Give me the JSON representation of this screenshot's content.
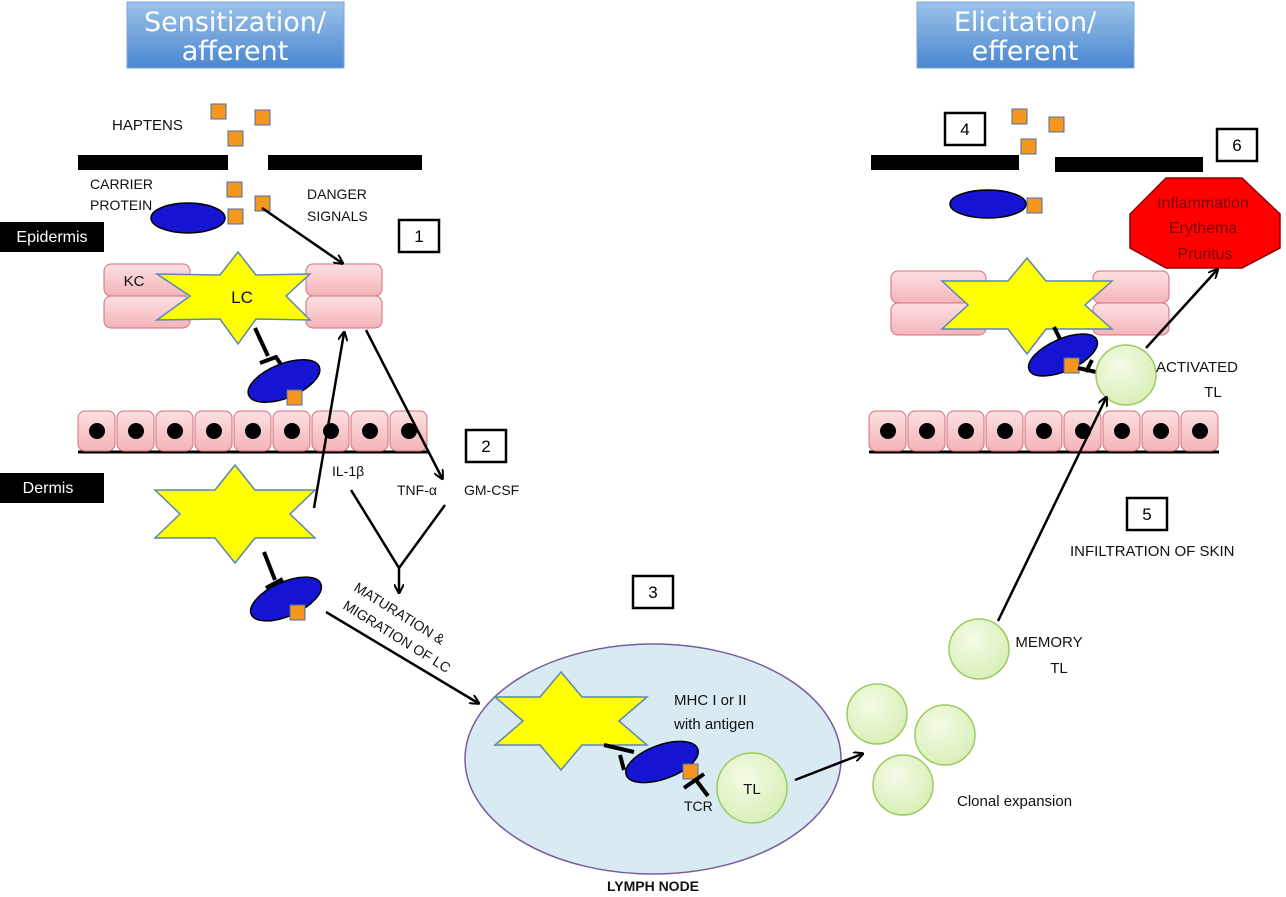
{
  "phases": {
    "sensitization": [
      "Sensitization/",
      "afferent"
    ],
    "elicitation": [
      "Elicitation/",
      "efferent"
    ]
  },
  "labels": {
    "haptens": "HAPTENS",
    "carrier_protein": [
      "CARRIER",
      "PROTEIN"
    ],
    "danger_signals": [
      "DANGER",
      "SIGNALS"
    ],
    "epidermis": "Epidermis",
    "dermis": "Dermis",
    "kc": "KC",
    "lc": "LC",
    "il1b": "IL-1β",
    "tnfa": "TNF-α",
    "gmcsf": "GM-CSF",
    "maturation": [
      "MATURATION &",
      "MIGRATION OF LC"
    ],
    "mhc": [
      "MHC I or II",
      "with antigen"
    ],
    "tcr": "TCR",
    "tl": "TL",
    "lymph_node": "LYMPH NODE",
    "clonal_expansion": "Clonal expansion",
    "memory_tl": [
      "MEMORY",
      "TL"
    ],
    "infiltration": "INFILTRATION OF SKIN",
    "activated_tl": [
      "ACTIVATED",
      "TL"
    ],
    "outcome": [
      "Inflammation",
      "Erythema",
      "Pruritus"
    ]
  },
  "steps": [
    "1",
    "2",
    "3",
    "4",
    "5",
    "6"
  ],
  "colors": {
    "hapten": "#f5961e",
    "carrier": "#1414d2",
    "lc": "#ffff00",
    "keratinocyte": "#f7c7cb",
    "tcell": "#e4f3c8",
    "lymph_node": "#d8ebf2",
    "outcome": "#ff0000",
    "phase_banner": "#5b9bd5"
  }
}
